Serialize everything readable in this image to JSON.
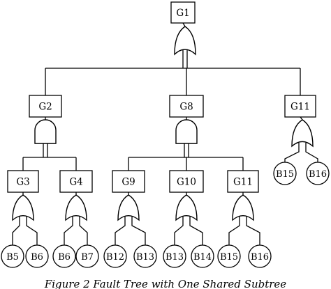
{
  "diagram": {
    "title": "",
    "caption": "Figure 2 Fault Tree with One Shared Subtree",
    "gates": [
      {
        "id": "G1",
        "label": "G1",
        "type": "or"
      },
      {
        "id": "G2",
        "label": "G2",
        "type": "and"
      },
      {
        "id": "G8",
        "label": "G8",
        "type": "and"
      },
      {
        "id": "G11a",
        "label": "G11",
        "type": "or"
      },
      {
        "id": "G3",
        "label": "G3",
        "type": "or"
      },
      {
        "id": "G4",
        "label": "G4",
        "type": "or"
      },
      {
        "id": "G9",
        "label": "G9",
        "type": "or"
      },
      {
        "id": "G10",
        "label": "G10",
        "type": "or"
      },
      {
        "id": "G11b",
        "label": "G11",
        "type": "or"
      }
    ],
    "basic_events": [
      {
        "id": "B5",
        "label": "B5"
      },
      {
        "id": "B6a",
        "label": "B6"
      },
      {
        "id": "B6b",
        "label": "B6"
      },
      {
        "id": "B7",
        "label": "B7"
      },
      {
        "id": "B12",
        "label": "B12"
      },
      {
        "id": "B13a",
        "label": "B13"
      },
      {
        "id": "B13b",
        "label": "B13"
      },
      {
        "id": "B14",
        "label": "B14"
      },
      {
        "id": "B15a",
        "label": "B15"
      },
      {
        "id": "B16a",
        "label": "B16"
      },
      {
        "id": "B15b",
        "label": "B15"
      },
      {
        "id": "B16b",
        "label": "B16"
      }
    ],
    "edges": [
      [
        "G1",
        "G2"
      ],
      [
        "G1",
        "G8"
      ],
      [
        "G1",
        "G11a"
      ],
      [
        "G2",
        "G3"
      ],
      [
        "G2",
        "G4"
      ],
      [
        "G8",
        "G9"
      ],
      [
        "G8",
        "G10"
      ],
      [
        "G8",
        "G11b"
      ],
      [
        "G11a",
        "B15b"
      ],
      [
        "G11a",
        "B16b"
      ],
      [
        "G3",
        "B5"
      ],
      [
        "G3",
        "B6a"
      ],
      [
        "G4",
        "B6b"
      ],
      [
        "G4",
        "B7"
      ],
      [
        "G9",
        "B12"
      ],
      [
        "G9",
        "B13a"
      ],
      [
        "G10",
        "B13b"
      ],
      [
        "G10",
        "B14"
      ],
      [
        "G11b",
        "B15a"
      ],
      [
        "G11b",
        "B16a"
      ]
    ]
  }
}
